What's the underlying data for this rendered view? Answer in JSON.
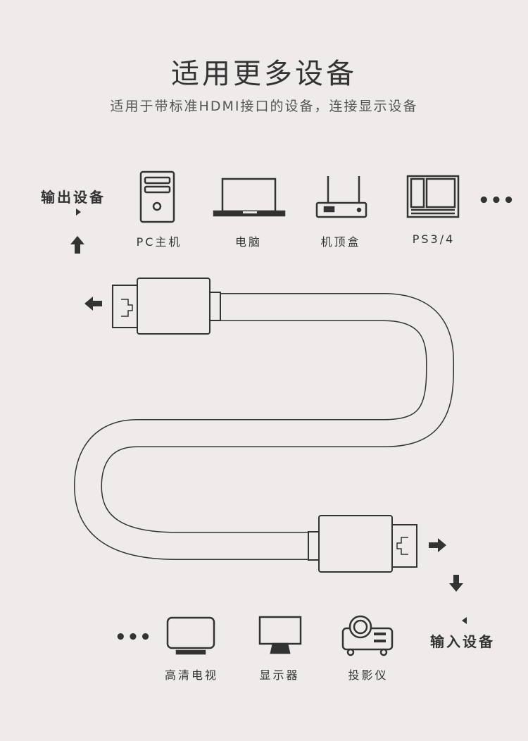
{
  "title": "适用更多设备",
  "subtitle": "适用于带标准HDMI接口的设备，连接显示设备",
  "output": {
    "label": "输出设备",
    "devices": [
      {
        "label": "PC主机",
        "icon": "pc-tower-icon"
      },
      {
        "label": "电脑",
        "icon": "laptop-icon"
      },
      {
        "label": "机顶盒",
        "icon": "set-top-box-icon"
      },
      {
        "label": "PS3/4",
        "icon": "game-console-icon"
      }
    ],
    "more": "•••"
  },
  "input": {
    "label": "输入设备",
    "devices": [
      {
        "label": "高清电视",
        "icon": "tv-icon"
      },
      {
        "label": "显示器",
        "icon": "monitor-icon"
      },
      {
        "label": "投影仪",
        "icon": "projector-icon"
      }
    ],
    "more": "•••"
  },
  "colors": {
    "background": "#efebea",
    "ink": "#333333"
  }
}
